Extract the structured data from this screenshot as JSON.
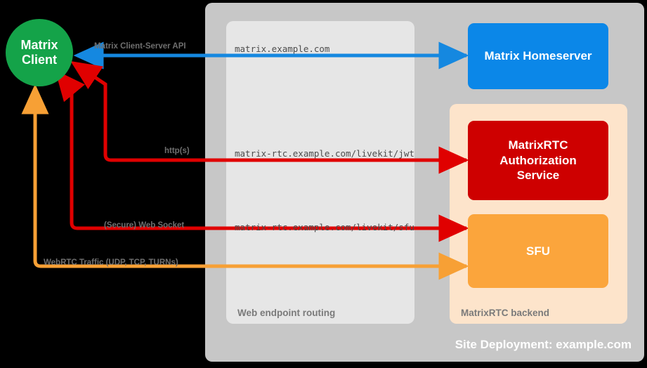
{
  "diagram": {
    "title": "Site Deployment: example.com",
    "nodes": {
      "client": {
        "label": "Matrix\nClient",
        "line1": "Matrix",
        "line2": "Client",
        "color": "#14a349"
      },
      "homeserver": {
        "label": "Matrix Homeserver",
        "color": "#0b87e8"
      },
      "auth": {
        "line1": "MatrixRTC",
        "line2": "Authorization",
        "line3": "Service",
        "color": "#ce0000"
      },
      "sfu": {
        "label": "SFU",
        "color": "#fba53c"
      }
    },
    "panels": {
      "site": {
        "label": "Site Deployment: example.com",
        "color": "#c7c7c7"
      },
      "web": {
        "label": "Web endpoint routing",
        "color": "#e6e6e6"
      },
      "rtc": {
        "label": "MatrixRTC backend",
        "color": "#fde4cb"
      }
    },
    "connections": [
      {
        "name": "client-server-api",
        "protocol": "Matrix Client-Server API",
        "url": "matrix.example.com",
        "color": "#1588e0"
      },
      {
        "name": "jwt",
        "protocol": "http(s)",
        "url": "matrix-rtc.example.com/livekit/jwt",
        "color": "#e00000"
      },
      {
        "name": "websocket",
        "protocol": "(Secure) Web Socket",
        "url": "matrix-rtc.example.com/livekit/sfu",
        "color": "#e00000"
      },
      {
        "name": "webrtc",
        "protocol": "WebRTC Traffic (UDP, TCP, TURNs)",
        "url": "",
        "color": "#f7a035"
      }
    ]
  }
}
